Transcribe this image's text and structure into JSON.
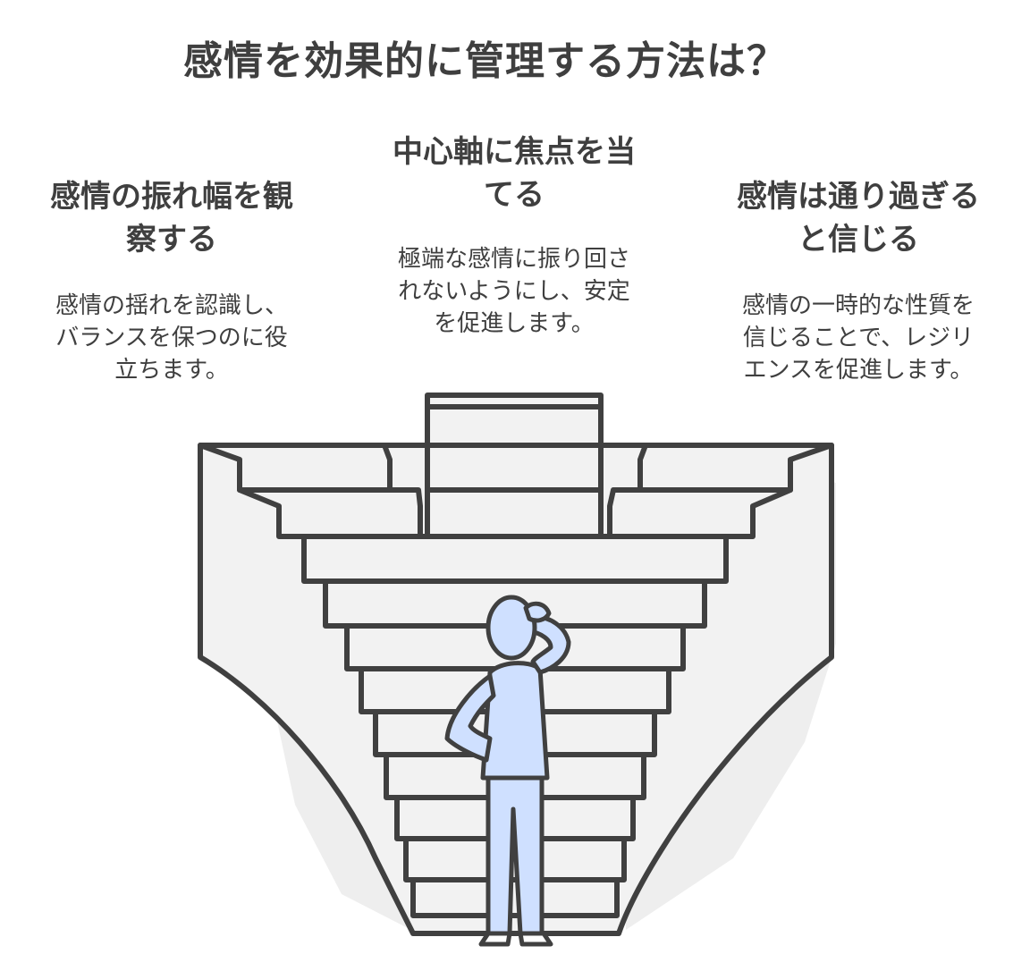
{
  "title": "感情を効果的に管理する方法は？",
  "columns": [
    {
      "heading": "感情の振れ幅を観\n察する",
      "description": "感情の揺れを認識し、\nバランスを保つのに役\n立ちます。"
    },
    {
      "heading": "中心軸に焦点を当\nてる",
      "description": "極端な感情に振り回さ\nれないようにし、安定\nを促進します。"
    },
    {
      "heading": "感情は通り過ぎる\nと信じる",
      "description": "感情の一時的な性質を\n信じることで、レジリ\nエンスを促進します。"
    }
  ],
  "colors": {
    "text": "#3f3f3f",
    "outline": "#404040",
    "step_fill": "#f2f2f2",
    "shadow": "#eeeeee",
    "person": "#cfe0ff"
  },
  "icons": [
    "staircase-illustration",
    "thinking-person-icon"
  ]
}
